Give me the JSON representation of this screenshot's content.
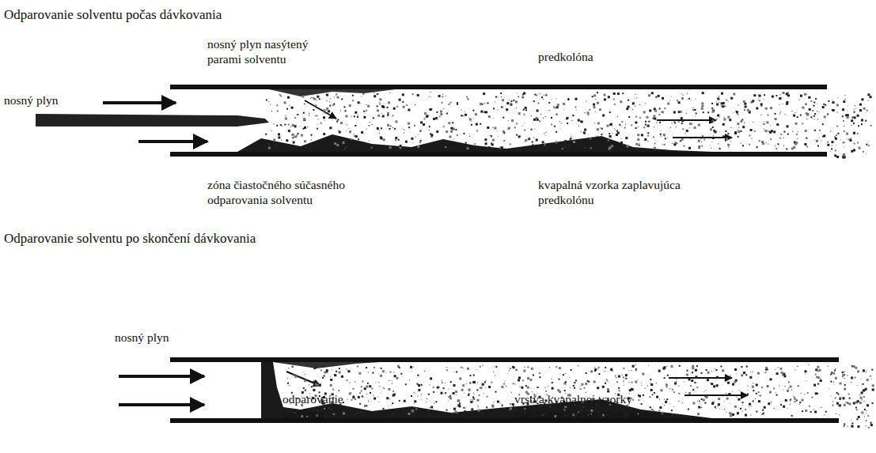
{
  "diagram": {
    "labels": [
      "Odparovanie solventu počas dávkovania",
      "nosný plyn nasýtený parami solventu",
      "predkolóna",
      "nosný plyn",
      "zóna čiastočného súčasného odparovania solventu",
      "kvapalná vzorka zaplavujúca predkolónu",
      "Odparovanie solventu po skončení dávkovania",
      "nosný plyn",
      "odparovanie solventu",
      "vrstva kvapalnej vzorky zadržiavajúca prchavé analyty"
    ]
  }
}
